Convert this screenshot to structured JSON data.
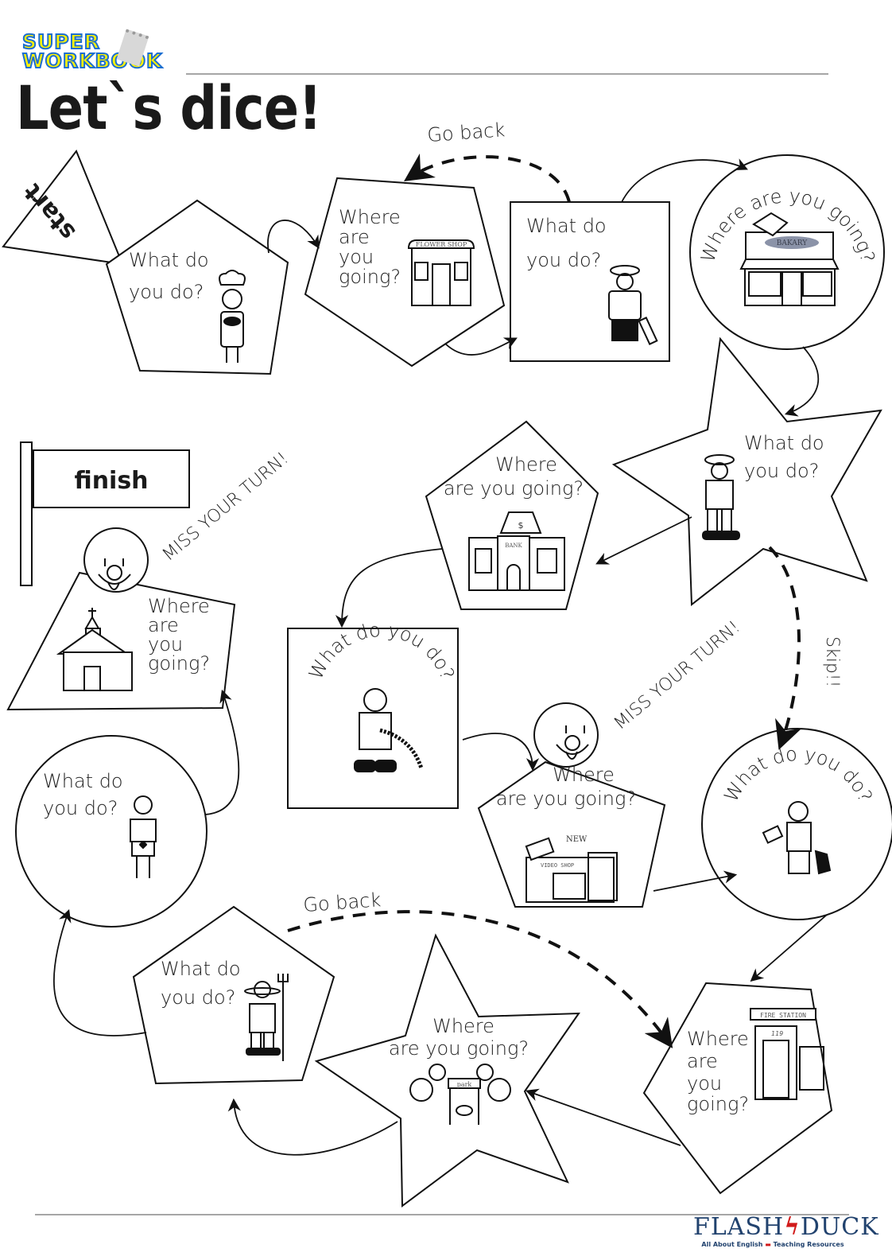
{
  "header": {
    "series_logo_line1": "SUPER",
    "series_logo_line2": "WORKBOOK",
    "title": "Let`s dice!"
  },
  "board": {
    "start_label": "start",
    "finish_label": "finish",
    "spaces": [
      {
        "id": 1,
        "shape": "pentagon",
        "question": [
          "What  do",
          "you do?"
        ],
        "picture": "chef"
      },
      {
        "id": 2,
        "shape": "pentagon",
        "question": [
          "Where",
          "are",
          "you",
          "going?"
        ],
        "picture": "flower-shop",
        "sign": "FLOWER SHOP"
      },
      {
        "id": 3,
        "shape": "square",
        "question": [
          "What  do",
          "you do?"
        ],
        "picture": "pilot"
      },
      {
        "id": 4,
        "shape": "circle",
        "question": [
          "Where are you going?"
        ],
        "picture": "bakery",
        "sign": "BAKARY"
      },
      {
        "id": 5,
        "shape": "star",
        "question": [
          "What  do",
          "you do?"
        ],
        "picture": "police-officer"
      },
      {
        "id": 6,
        "shape": "pentagon",
        "question": [
          "Where",
          "are you going?"
        ],
        "picture": "bank",
        "sign": "BANK"
      },
      {
        "id": 7,
        "shape": "square",
        "question": [
          "What do you do?"
        ],
        "picture": "firefighter"
      },
      {
        "id": 8,
        "shape": "pentagon",
        "question": [
          "Where",
          "are you going?"
        ],
        "picture": "video-shop",
        "sign": "VIDEO SHOP",
        "badge": "NEW"
      },
      {
        "id": 9,
        "shape": "circle",
        "question": [
          "What do you do?"
        ],
        "picture": "mail-carrier"
      },
      {
        "id": 10,
        "shape": "pentagon",
        "question": [
          "Where",
          "are",
          "you",
          "going?"
        ],
        "picture": "fire-station",
        "sign": "FIRE STATION",
        "number": "119"
      },
      {
        "id": 11,
        "shape": "star",
        "question": [
          "Where",
          "are you going?"
        ],
        "picture": "park",
        "sign": "park"
      },
      {
        "id": 12,
        "shape": "pentagon",
        "question": [
          "What  do",
          "you do?"
        ],
        "picture": "farmer"
      },
      {
        "id": 13,
        "shape": "circle",
        "question": [
          "What  do",
          "you do?"
        ],
        "picture": "nurse"
      },
      {
        "id": 14,
        "shape": "pentagon",
        "question": [
          "Where",
          "are",
          "you",
          "going?"
        ],
        "picture": "church"
      }
    ],
    "instructions": {
      "go_back_top": "Go back",
      "go_back_bottom": "Go back",
      "skip": "Skip!!",
      "miss_turn_middle": "MISS YOUR TURN!",
      "miss_turn_top": "MISS YOUR TURN!"
    }
  },
  "footer": {
    "brand_left": "FLASH",
    "brand_right": "DUCK",
    "tagline_left": "All About English",
    "tagline_right": "Teaching Resources"
  }
}
